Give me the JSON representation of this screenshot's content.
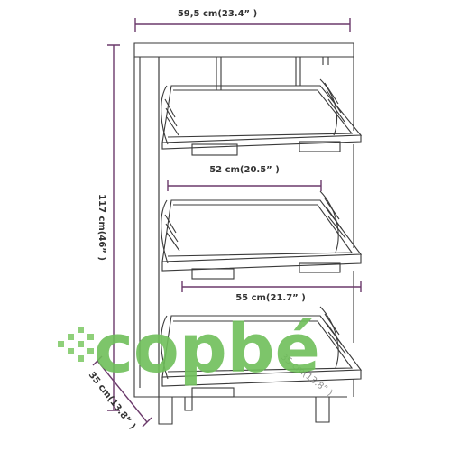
{
  "dimensions": {
    "width": "59,5 cm(23.4” )",
    "inner_width": "52 cm(20.5” )",
    "depth_flap": "55 cm(21.7” )",
    "height": "117 cm(46” )",
    "depth": "35 cm(13.8” )",
    "depth_faded": "35 cm(13.8” )"
  },
  "watermark": {
    "brand": "copbé"
  },
  "colors": {
    "line": "#3a3a3a",
    "dimension": "#6b3a6b",
    "brand_green": "#6fbf5a"
  }
}
